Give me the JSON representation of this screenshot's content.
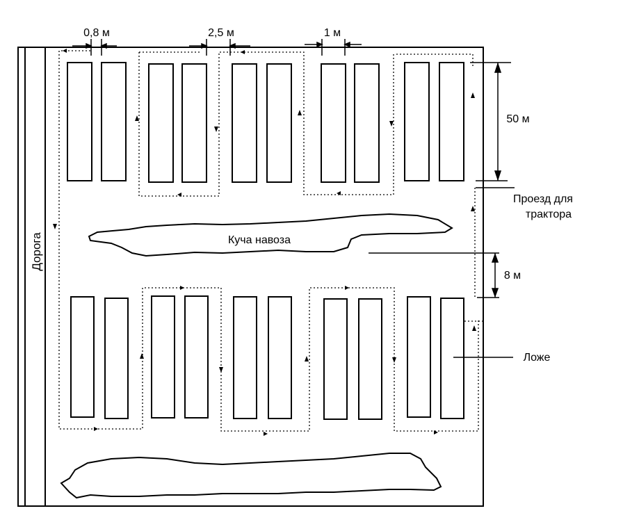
{
  "labels": {
    "road": "Дорога",
    "manure_pile": "Куча навоза",
    "tractor_passage_line1": "Проезд для",
    "tractor_passage_line2": "трактора",
    "bed": "Ложе"
  },
  "dimensions": {
    "gap_between_beds": "0,8 м",
    "gap_between_pairs": "2,5 м",
    "gap_edge": "1 м",
    "bed_length": "50 м",
    "passage_width": "8 м"
  },
  "colors": {
    "ink": "#000000",
    "background": "#ffffff"
  }
}
